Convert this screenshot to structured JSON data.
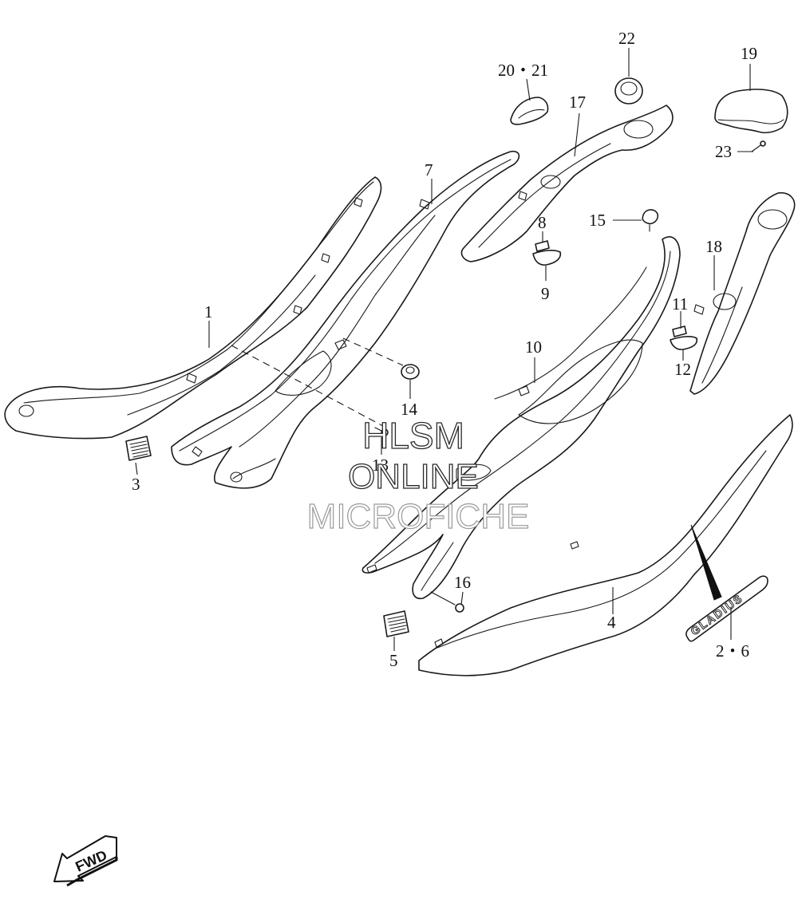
{
  "callouts": {
    "c1": "1",
    "c3": "3",
    "c4": "4",
    "c5": "5",
    "c7": "7",
    "c8": "8",
    "c9": "9",
    "c10": "10",
    "c11": "11",
    "c12": "12",
    "c13": "13",
    "c14": "14",
    "c15": "15",
    "c16": "16",
    "c17": "17",
    "c18": "18",
    "c19": "19",
    "c20_21": "20・21",
    "c22": "22",
    "c23": "23",
    "c2_6": "2・6"
  },
  "emblem_text": "GLADIUS",
  "direction_label": "FWD",
  "watermark": {
    "line1": "HLSM",
    "line2": "ONLINE",
    "line3": "MICROFICHE"
  }
}
